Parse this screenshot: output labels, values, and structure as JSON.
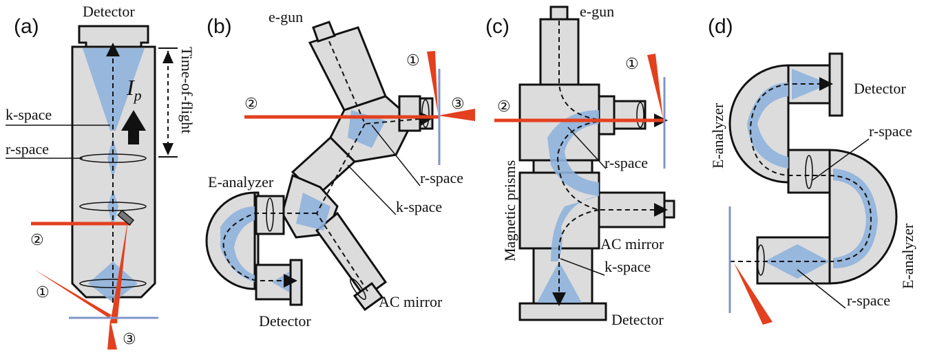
{
  "panels": {
    "a": {
      "tag": "(a)",
      "detector": "Detector",
      "tof": "Time-of-flight",
      "current": "I",
      "current_sub": "p",
      "kspace": "k-space",
      "rspace": "r-space",
      "n1": "①",
      "n2": "②",
      "n3": "③"
    },
    "b": {
      "tag": "(b)",
      "egun": "e-gun",
      "eanalyzer": "E-analyzer",
      "detector": "Detector",
      "acmirror": "AC mirror",
      "rspace": "r-space",
      "kspace": "k-space",
      "n1": "①",
      "n2": "②",
      "n3": "③"
    },
    "c": {
      "tag": "(c)",
      "egun": "e-gun",
      "prisms": "Magnetic prisms",
      "rspace": "r-space",
      "acmirror": "AC mirror",
      "kspace": "k-space",
      "detector": "Detector",
      "n1": "①",
      "n2": "②"
    },
    "d": {
      "tag": "(d)",
      "detector": "Detector",
      "eanalyzer_left": "E-analyzer",
      "eanalyzer_right": "E-analyzer",
      "rspace_top": "r-space",
      "rspace_bottom": "r-space"
    }
  },
  "colors": {
    "laser": "#e3401f",
    "beam": "#8fb3dc",
    "housing": "#dcdcdc",
    "sample": "#7f95c8"
  }
}
